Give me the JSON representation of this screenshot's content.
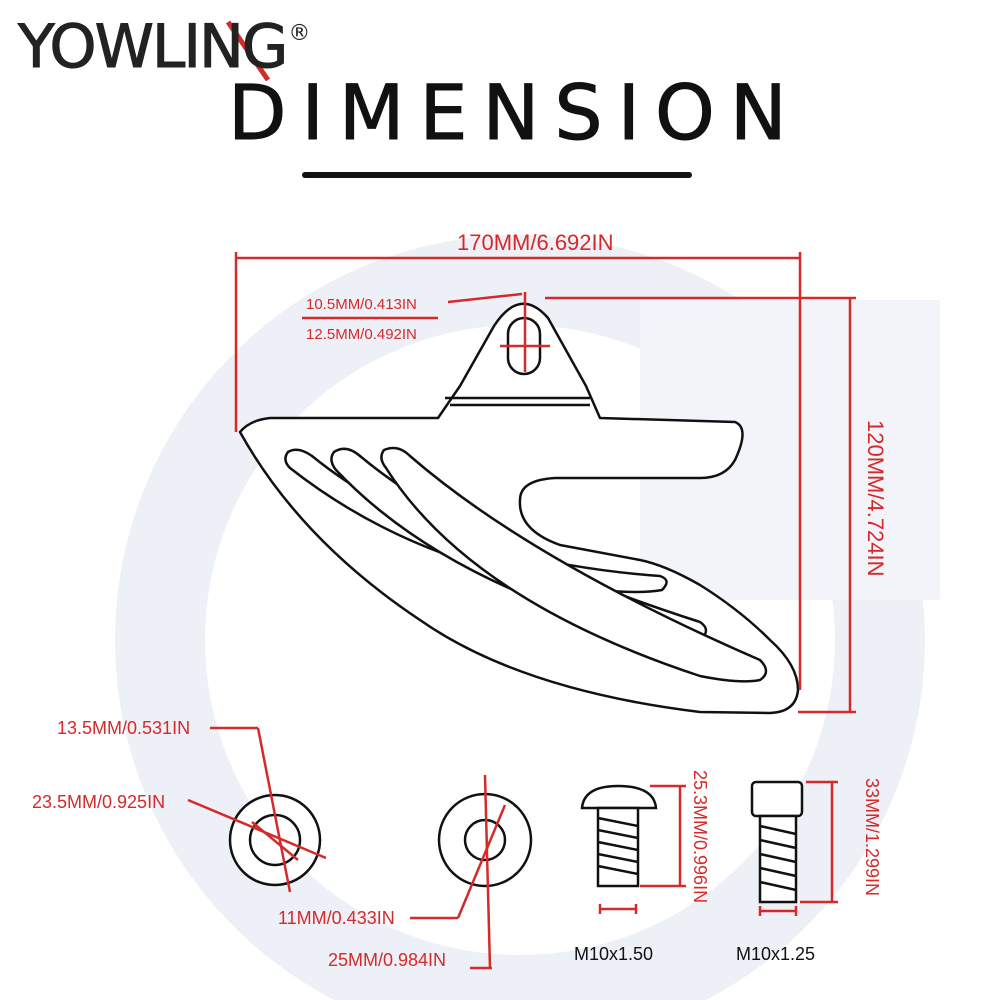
{
  "brand": {
    "name": "YOWLING",
    "registered": "®"
  },
  "title": "DIMENSION",
  "labels": {
    "width": "170MM/6.692IN",
    "height": "120MM/4.724IN",
    "slot_width": "10.5MM/0.413IN",
    "slot_length": "12.5MM/0.492IN",
    "washer1_inner": "13.5MM/0.531IN",
    "washer1_outer": "23.5MM/0.925IN",
    "washer2_inner": "11MM/0.433IN",
    "washer2_outer": "25MM/0.984IN",
    "bolt1_length": "25.3MM/0.996IN",
    "bolt2_length": "33MM/1.299IN",
    "bolt1_thread": "M10x1.50",
    "bolt2_thread": "M10x1.25"
  },
  "colors": {
    "dimension": "#d42a2a",
    "outline": "#111111",
    "watermark": "#e9edf6"
  }
}
